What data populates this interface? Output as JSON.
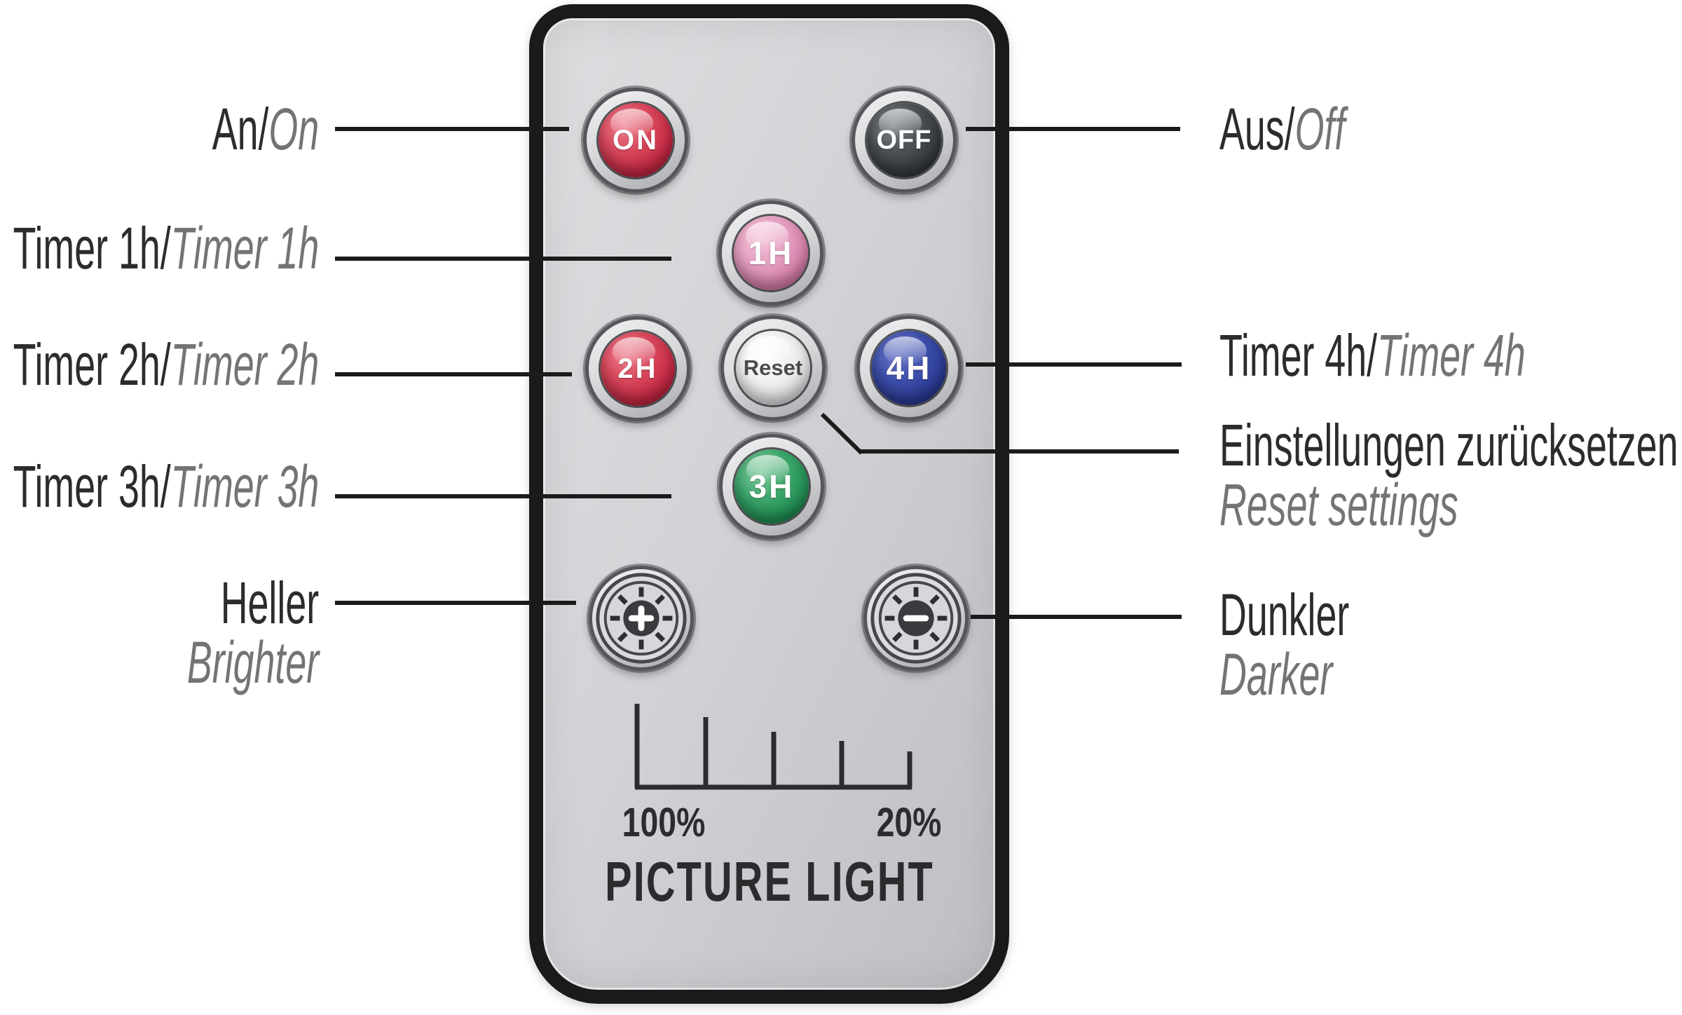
{
  "remote": {
    "device": "picture-light-remote",
    "brand_label": "PICTURE LIGHT",
    "buttons": [
      {
        "id": "on",
        "label": "ON",
        "color": "#c42743"
      },
      {
        "id": "off",
        "label": "OFF",
        "color": "#33383b"
      },
      {
        "id": "timer-1h",
        "label": "1H",
        "color": "#d77fa9"
      },
      {
        "id": "timer-2h",
        "label": "2H",
        "color": "#c42743"
      },
      {
        "id": "reset",
        "label": "Reset",
        "color": "#eeeff1"
      },
      {
        "id": "timer-4h",
        "label": "4H",
        "color": "#2a3a92"
      },
      {
        "id": "timer-3h",
        "label": "3H",
        "color": "#1f8f52"
      },
      {
        "id": "brighter",
        "icon": "brightness-plus-icon",
        "color": "#3a3b3e"
      },
      {
        "id": "darker",
        "icon": "brightness-minus-icon",
        "color": "#3a3b3e"
      }
    ],
    "brightness_scale": {
      "max_label": "100%",
      "min_label": "20%",
      "ticks": 5
    }
  },
  "annotations": {
    "left": [
      {
        "de": "An/",
        "en": "On"
      },
      {
        "de": "Timer 1h/",
        "en": "Timer 1h"
      },
      {
        "de": "Timer 2h/",
        "en": "Timer 2h"
      },
      {
        "de": "Timer 3h/",
        "en": "Timer 3h"
      },
      {
        "de": "Heller",
        "en": "Brighter"
      }
    ],
    "right": [
      {
        "de": "Aus/",
        "en": "Off"
      },
      {
        "de": "Timer 4h/",
        "en": "Timer 4h"
      },
      {
        "de": "Einstellungen zurücksetzen",
        "en": "Reset settings"
      },
      {
        "de": "Dunkler",
        "en": "Darker"
      }
    ]
  },
  "colors": {
    "background": "#ffffff",
    "remote_body": "#1a1a1b",
    "remote_face": "#d2d3d6",
    "label_dark": "#2b2c2e",
    "label_gray": "#737476",
    "connector_line": "#1b1b1c"
  }
}
